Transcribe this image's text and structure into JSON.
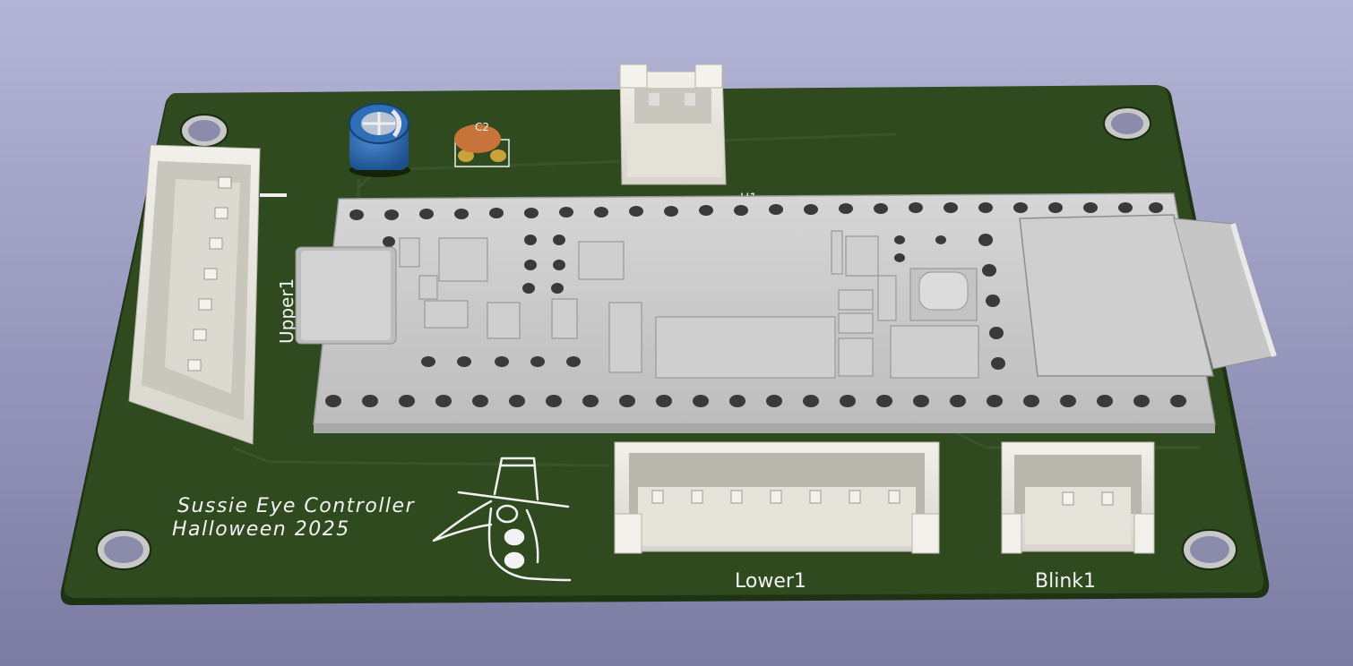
{
  "board": {
    "silkscreen_lines": [
      "Sussie Eye Controller",
      "Halloween 2025"
    ],
    "ref_upper": "Upper1",
    "ref_lower": "Lower1",
    "ref_blink": "Blink1",
    "ref_module": "U1",
    "ref_cap": "C2"
  },
  "colors": {
    "pcb": "#2f4a1f",
    "pcb_edge": "#1e3214",
    "silk": "#f2f2f2",
    "connector": "#e8e6df",
    "module": "#c8c8c8",
    "capacitor_body": "#2a64a8",
    "ceramic_cap": "#c8733a",
    "pad_gold": "#c8a23a"
  }
}
